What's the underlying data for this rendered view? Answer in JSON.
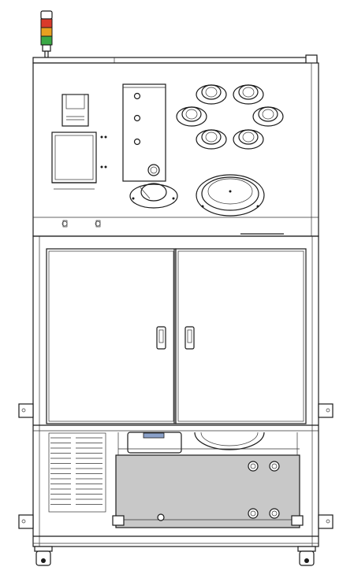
{
  "drawing": {
    "subject": "equipment-cabinet",
    "colors": {
      "line": "#1a1a1a",
      "background": "#ffffff",
      "panel_fill": "#c8c8c8",
      "lamp_red": "#d93a2b",
      "lamp_amber": "#e8a020",
      "lamp_green": "#3aa845"
    },
    "signal_tower_lamps": [
      "red",
      "amber",
      "green"
    ],
    "fitting_count": 6
  }
}
